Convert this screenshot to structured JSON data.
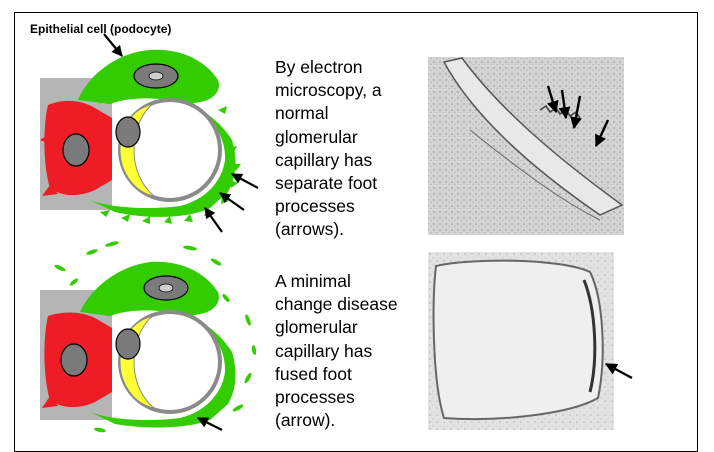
{
  "diagram": {
    "label_podocyte": "Epithelial cell (podocyte)",
    "caption_normal_lines": [
      "By electron",
      "microscopy, a",
      "normal",
      "glomerular",
      "capillary has",
      "separate foot",
      "processes",
      "(arrows)."
    ],
    "caption_mcd_lines": [
      "A minimal",
      "change disease",
      "glomerular",
      "capillary has",
      "fused foot",
      "processes",
      "(arrow)."
    ]
  },
  "colors": {
    "podocyte_green": "#33cc00",
    "mesangial_red": "#ee1c24",
    "endothelial_yellow": "#ffff33",
    "basement_membrane_gray": "#9a9a9a",
    "nucleus_gray": "#7a7a7a",
    "micrograph_gray": "#cfcfcf"
  },
  "icons": [
    "arrow-icon",
    "nucleus-icon"
  ]
}
